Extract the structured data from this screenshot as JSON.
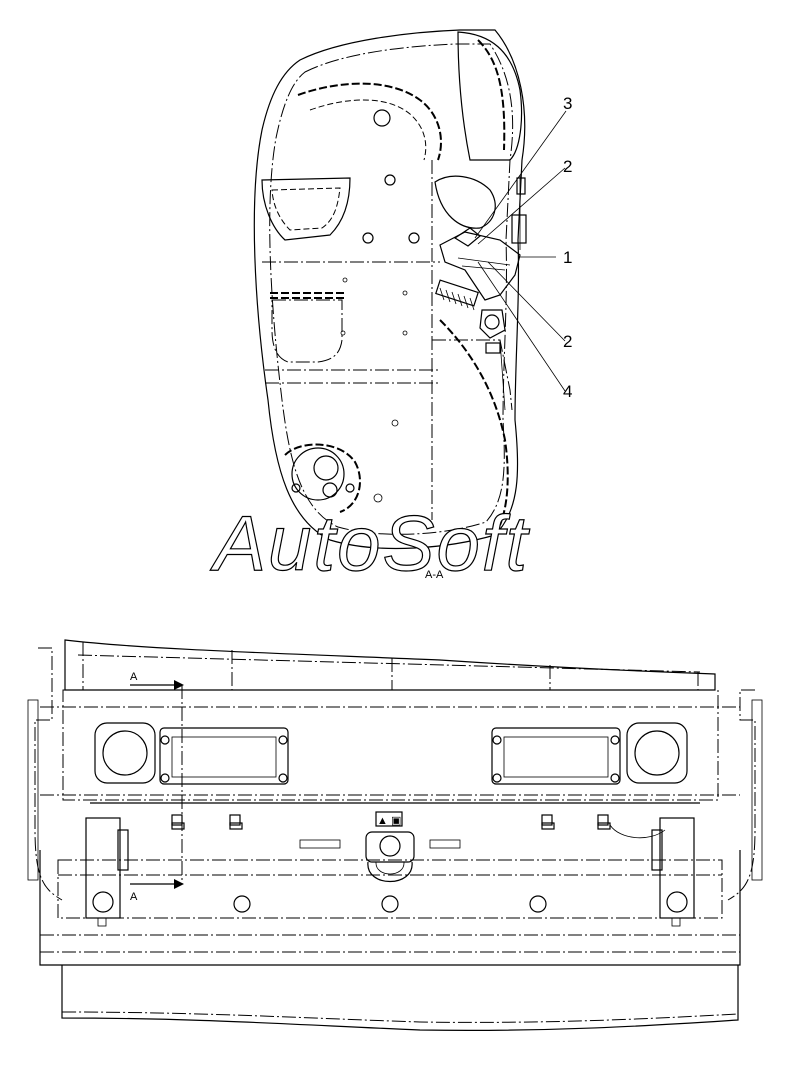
{
  "watermark": {
    "text": "AutoSoft"
  },
  "section_view": {
    "caption": "A-A",
    "callouts": [
      "3",
      "2",
      "1",
      "2",
      "4"
    ]
  },
  "front_view": {
    "section_marks": [
      "A",
      "A"
    ]
  }
}
